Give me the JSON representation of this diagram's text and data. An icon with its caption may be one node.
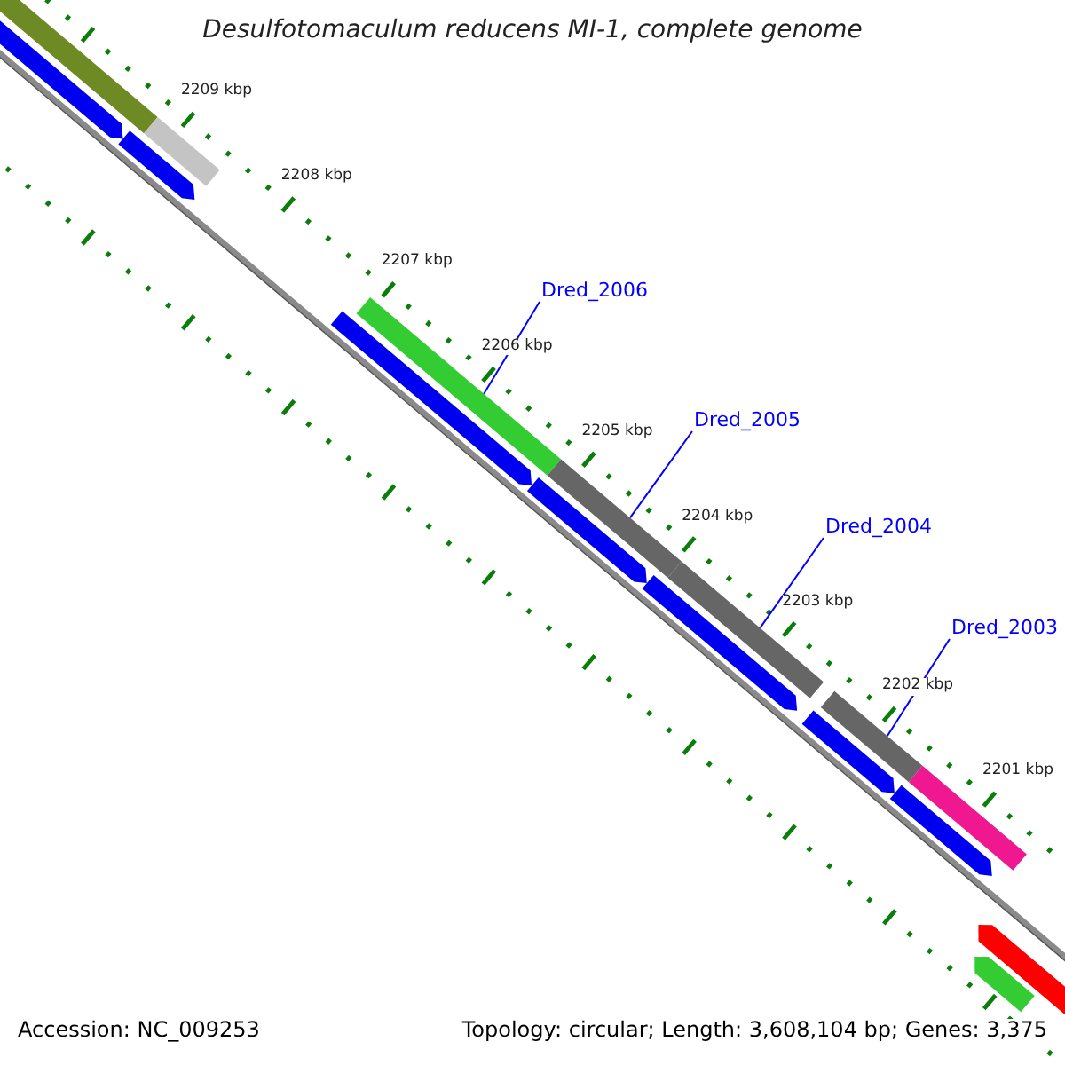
{
  "diagram": {
    "title": "Desulfotomaculum reducens MI-1, complete genome",
    "nodes": [
      {
        "text": [
          "Dred_2006"
        ]
      },
      {
        "text": [],
        "shape": "bar"
      },
      {
        "text": [
          "Dred_2005"
        ]
      },
      {
        "text": [],
        "shape": "bar"
      },
      {
        "text": [
          "Dred_2004"
        ]
      },
      {
        "text": [],
        "shape": "bar"
      },
      {
        "text": [
          "Dred_2003"
        ]
      },
      {
        "text": [],
        "shape": "bar"
      },
      {
        "text": [],
        "shape": "bar"
      },
      {
        "text": [],
        "shape": "bar"
      },
      {
        "text": [],
        "shape": "pentagon"
      },
      {
        "text": [],
        "shape": "pentagon"
      },
      {
        "text": [],
        "shape": "pentagon"
      },
      {
        "text": [],
        "shape": "pentagon"
      },
      {
        "text": [],
        "shape": "pentagon"
      },
      {
        "text": [],
        "shape": "pentagon"
      },
      {
        "text": [],
        "shape": "pentagon"
      },
      {
        "text": [],
        "shape": "bar"
      },
      {
        "text": [],
        "shape": "pentagon"
      },
      {
        "text": [],
        "shape": "pentagon"
      }
    ],
    "edges": [
      {
        "from": 0,
        "to": 1,
        "arrow": "none"
      },
      {
        "from": 2,
        "to": 3,
        "arrow": "none"
      },
      {
        "from": 4,
        "to": 5,
        "arrow": "none"
      },
      {
        "from": 6,
        "to": 7,
        "arrow": "none"
      }
    ],
    "labels": [
      "2209 kbp",
      "2208 kbp",
      "2207 kbp",
      "2206 kbp",
      "2205 kbp",
      "2204 kbp",
      "2203 kbp",
      "2202 kbp",
      "2201 kbp",
      "Accession: NC_009253",
      "Topology: circular; Length: 3,608,104 bp; Genes: 3,375"
    ]
  }
}
